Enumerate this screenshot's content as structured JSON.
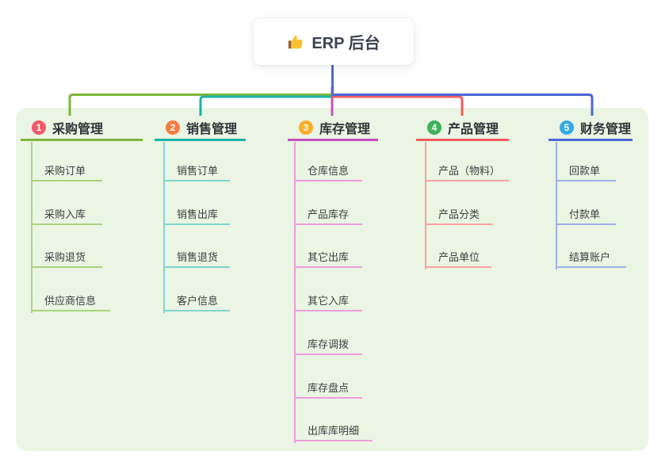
{
  "root": {
    "icon": "thumbs-up-icon",
    "label": "ERP 后台"
  },
  "canvas": {
    "background": "#ffffff",
    "panel_color": "#eaf5e3",
    "root_line_color": "#5166d6"
  },
  "branches": [
    {
      "number": "1",
      "label": "采购管理",
      "badge_color": "#f4586b",
      "line_color": "#7cb63c",
      "child_line_color": "#a8d57d",
      "children": [
        "采购订单",
        "采购入库",
        "采购退货",
        "供应商信息"
      ]
    },
    {
      "number": "2",
      "label": "销售管理",
      "badge_color": "#f87c43",
      "line_color": "#17b3a6",
      "child_line_color": "#7ed6cd",
      "children": [
        "销售订单",
        "销售出库",
        "销售退货",
        "客户信息"
      ]
    },
    {
      "number": "3",
      "label": "库存管理",
      "badge_color": "#fbad29",
      "line_color": "#c74fc3",
      "child_line_color": "#ee9ddd",
      "children": [
        "仓库信息",
        "产品库存",
        "其它出库",
        "其它入库",
        "库存调拨",
        "库存盘点",
        "出库库明细"
      ]
    },
    {
      "number": "4",
      "label": "产品管理",
      "badge_color": "#3eb257",
      "line_color": "#f25a5e",
      "child_line_color": "#f9a3a0",
      "children": [
        "产品（物料）",
        "产品分类",
        "产品单位"
      ]
    },
    {
      "number": "5",
      "label": "财务管理",
      "badge_color": "#33abe4",
      "line_color": "#4c66d4",
      "child_line_color": "#9db1e7",
      "children": [
        "回款单",
        "付款单",
        "结算账户"
      ]
    }
  ]
}
